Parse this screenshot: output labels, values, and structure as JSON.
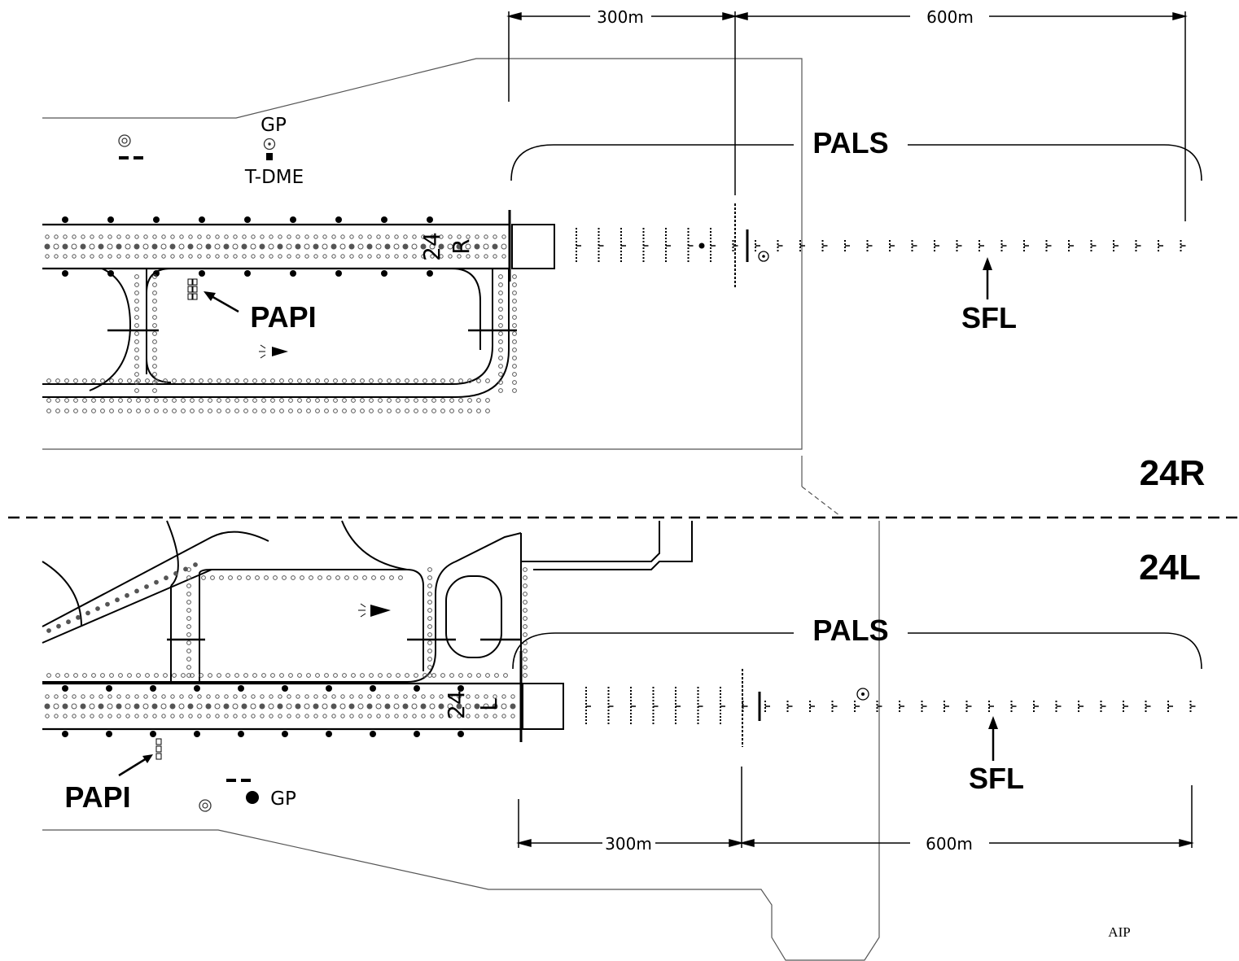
{
  "runway_24R": {
    "label": "24R",
    "dim_left": "300m",
    "dim_right": "600m",
    "pals": "PALS",
    "sfl": "SFL",
    "papi": "PAPI",
    "gp": "GP",
    "tdme": "T-DME",
    "designator_num": "24",
    "designator_side": "R"
  },
  "runway_24L": {
    "label": "24L",
    "dim_left": "300m",
    "dim_right": "600m",
    "pals": "PALS",
    "sfl": "SFL",
    "papi": "PAPI",
    "gp": "GP",
    "designator_num": "24",
    "designator_side": "L"
  },
  "footer": {
    "source": "AIP"
  },
  "colors": {
    "line": "#000000",
    "light_grey": "#555555",
    "background": "#ffffff"
  }
}
